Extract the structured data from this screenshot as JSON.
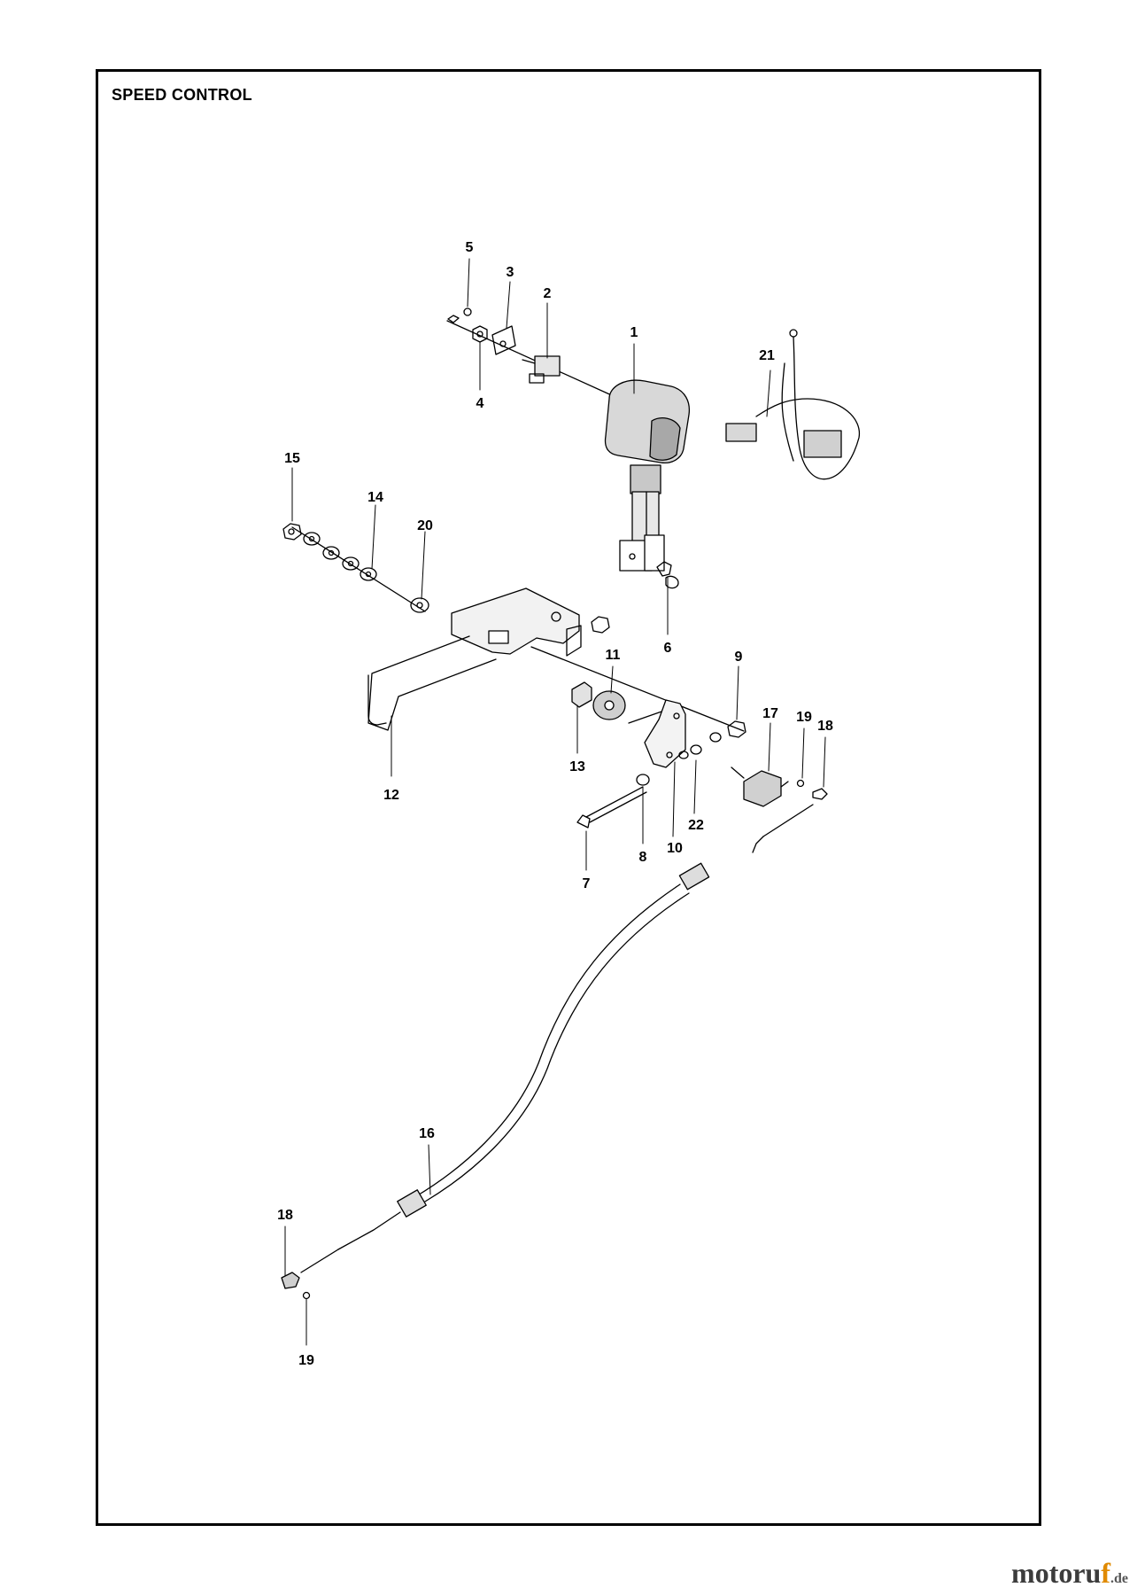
{
  "title": "SPEED CONTROL",
  "callouts": [
    "1",
    "2",
    "3",
    "4",
    "5",
    "6",
    "7",
    "8",
    "9",
    "10",
    "11",
    "12",
    "13",
    "14",
    "15",
    "16",
    "17",
    "18",
    "19",
    "20",
    "21",
    "22",
    "18",
    "19"
  ],
  "watermark": {
    "main": "motoru",
    "accent": "f",
    "tld": ".de"
  }
}
